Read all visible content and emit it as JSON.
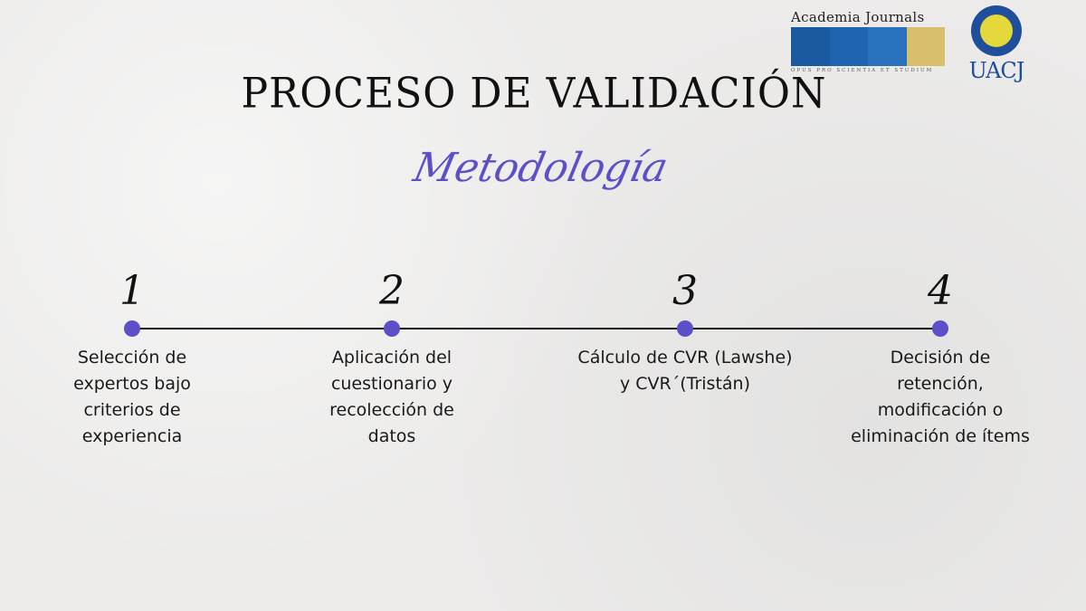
{
  "title": "PROCESO DE VALIDACIÓN",
  "subtitle": "Metodología",
  "logos": {
    "academia_journals": {
      "name": "Academia Journals",
      "motto": "OPUS PRO SCIENTIA ET STUDIUM",
      "colors": [
        "#1b5aa0",
        "#1f64b0",
        "#2a71bd",
        "#d8bf6e"
      ]
    },
    "uacj": {
      "name": "UACJ",
      "color": "#1f4f9a"
    }
  },
  "accent_color": "#5b50c8",
  "steps": [
    {
      "number": "1",
      "text": "Selección de\nexpertos bajo\ncriterios de\nexperiencia"
    },
    {
      "number": "2",
      "text": "Aplicación del\ncuestionario y\nrecolección de\ndatos"
    },
    {
      "number": "3",
      "text": "Cálculo de CVR (Lawshe)\ny CVR´(Tristán)"
    },
    {
      "number": "4",
      "text": "Decisión de\nretención,\nmodificación o\neliminación de ítems"
    }
  ]
}
